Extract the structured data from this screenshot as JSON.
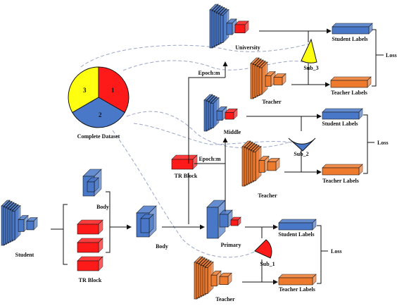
{
  "dataset": {
    "label": "Complete Dataset",
    "slices": [
      {
        "id": "1",
        "color": "#ff1a1a"
      },
      {
        "id": "2",
        "color": "#4a78c8"
      },
      {
        "id": "3",
        "color": "#ffff10"
      }
    ]
  },
  "labels": {
    "student": "Student",
    "body_top": "Body",
    "tr_block_left": "TR Block",
    "body_mid": "Body",
    "primary": "Primary",
    "tr_block_center": "TR Block",
    "epoch_m_1": "Epoch:m",
    "epoch_m_2": "Epoch:m",
    "middle": "Middle",
    "university": "University",
    "sub_1": "Sub_1",
    "sub_2": "Sub_2",
    "sub_3": "Sub_3",
    "teacher_1": "Teacher",
    "teacher_2": "Teacher",
    "teacher_3": "Teacher",
    "student_labels_1": "Student Labels",
    "student_labels_2": "Student Labels",
    "student_labels_3": "Student Labels",
    "teacher_labels_1": "Teacher Labels",
    "teacher_labels_2": "Teacher Labels",
    "teacher_labels_3": "Teacher Labels",
    "loss_1": "Loss",
    "loss_2": "Loss",
    "loss_3": "Loss"
  },
  "colors": {
    "blue": "#4a78c8",
    "blue_dark": "#24428a",
    "orange": "#ee7a2e",
    "orange_dark": "#8a3d10",
    "red": "#ff1a1a",
    "yellow": "#ffff10"
  }
}
